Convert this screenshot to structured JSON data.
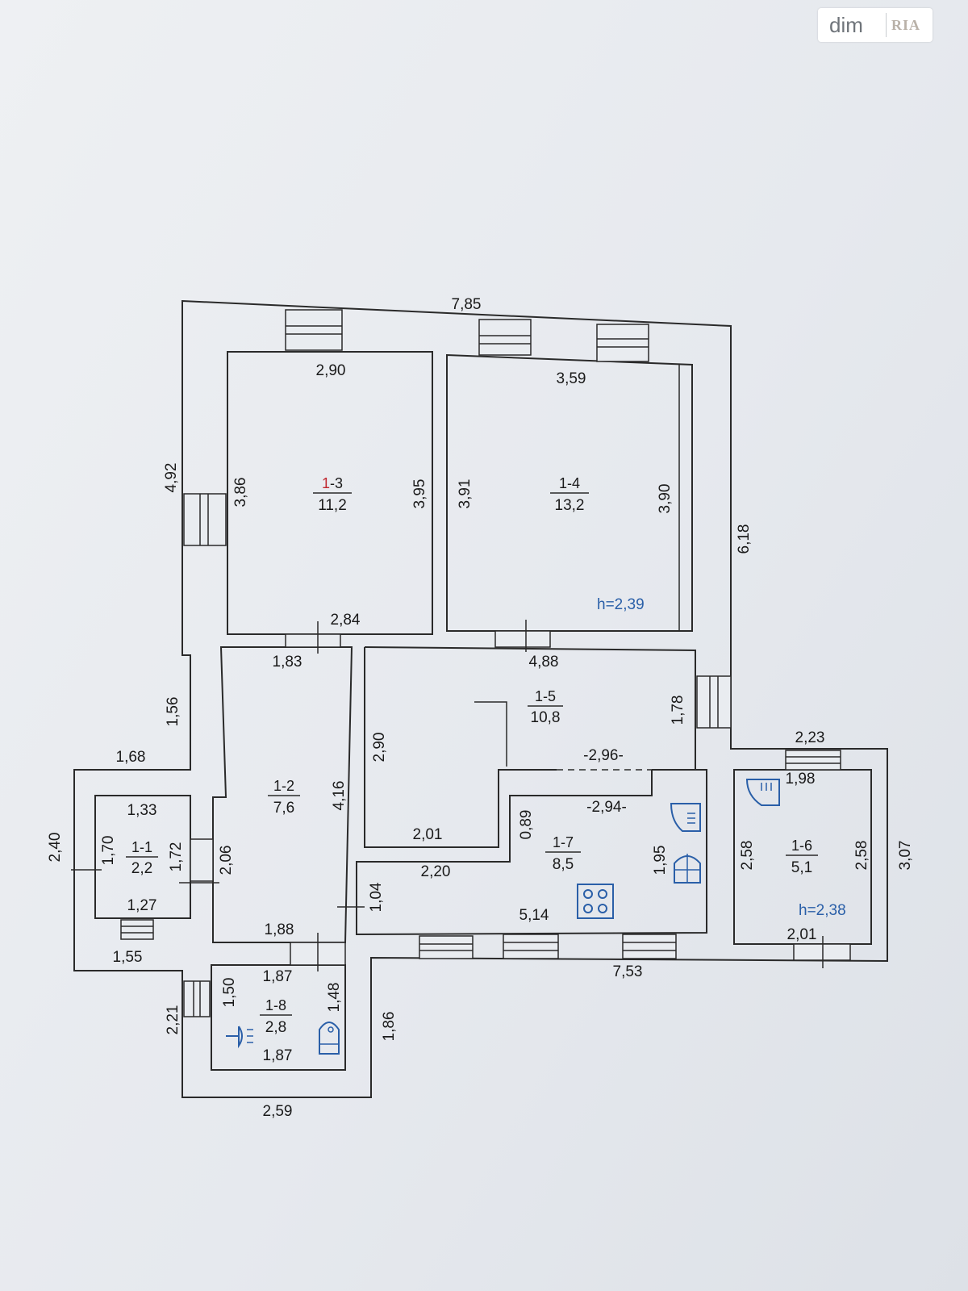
{
  "watermark": {
    "brand": "dim",
    "logo": "RIA"
  },
  "rooms": [
    {
      "id": "1-1",
      "area": "2,2"
    },
    {
      "id": "1-2",
      "area": "7,6"
    },
    {
      "id": "1-3",
      "area": "11,2"
    },
    {
      "id": "1-4",
      "area": "13,2"
    },
    {
      "id": "1-5",
      "area": "10,8"
    },
    {
      "id": "1-6",
      "area": "5,1"
    },
    {
      "id": "1-7",
      "area": "8,5"
    },
    {
      "id": "1-8",
      "area": "2,8"
    }
  ],
  "heights": {
    "h1": "h=2,39",
    "h2": "h=2,38"
  },
  "dimensions": {
    "d785": "7,85",
    "d290a": "2,90",
    "d359": "3,59",
    "d492": "4,92",
    "d386": "3,86",
    "d395": "3,95",
    "d391": "3,91",
    "d390": "3,90",
    "d618": "6,18",
    "d284": "2,84",
    "d183": "1,83",
    "d488": "4,88",
    "d156": "1,56",
    "d178": "1,78",
    "d290b": "2,90",
    "d168": "1,68",
    "d223": "2,23",
    "d296": "-2,96-",
    "d198": "1,98",
    "d133": "1,33",
    "d294": "-2,94-",
    "d416": "4,16",
    "d240": "2,40",
    "d170": "1,70",
    "d172": "1,72",
    "d206": "2,06",
    "d089": "0,89",
    "d201a": "2,01",
    "d258a": "2,58",
    "d258b": "2,58",
    "d307": "3,07",
    "d220": "2,20",
    "d195": "1,95",
    "d127": "1,27",
    "d104": "1,04",
    "d514": "5,14",
    "d201b": "2,01",
    "d188": "1,88",
    "d155": "1,55",
    "d753": "7,53",
    "d187a": "1,87",
    "d150": "1,50",
    "d148": "1,48",
    "d221": "2,21",
    "d186": "1,86",
    "d187b": "1,87",
    "d259": "2,59"
  }
}
